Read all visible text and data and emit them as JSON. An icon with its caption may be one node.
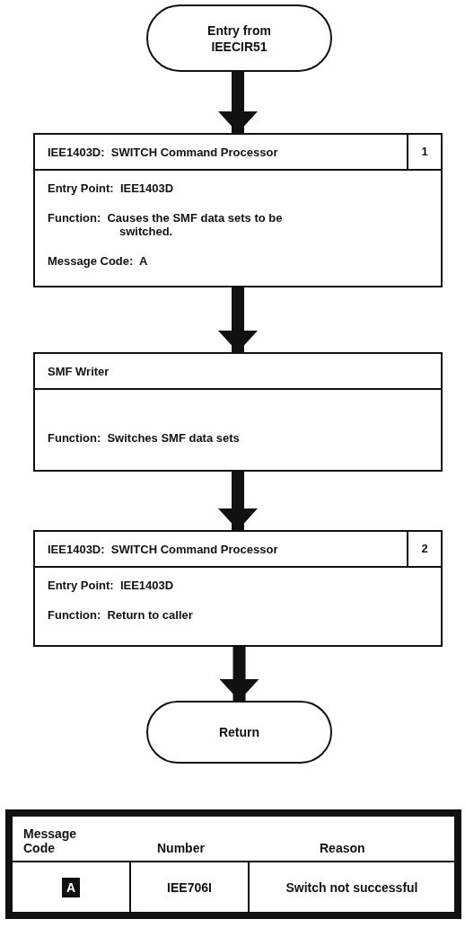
{
  "diagram": {
    "nodes": [
      {
        "text": [
          "Entry from IEECIR51"
        ]
      },
      {
        "text": [
          "IEE1403D:  SWITCH Command Processor",
          "1",
          "Entry Point:  IEE1403D",
          "Function:  Causes the SMF data sets to be switched.",
          "Message Code:  A"
        ]
      },
      {
        "text": [
          "SMF Writer",
          "Function:  Switches SMF data sets"
        ]
      },
      {
        "text": [
          "IEE1403D:  SWITCH Command Processor",
          "2",
          "Entry Point:  IEE1403D",
          "Function:  Return to caller"
        ]
      },
      {
        "text": [
          "Return"
        ]
      }
    ],
    "edges": [
      {
        "from": 0,
        "to": 1,
        "arrow": "to"
      },
      {
        "from": 1,
        "to": 2,
        "arrow": "to"
      },
      {
        "from": 2,
        "to": 3,
        "arrow": "to"
      },
      {
        "from": 3,
        "to": 4,
        "arrow": "to"
      }
    ],
    "labels": [
      "Message Code",
      "Number",
      "Reason",
      "A",
      "IEE706I",
      "Switch not successful"
    ]
  }
}
